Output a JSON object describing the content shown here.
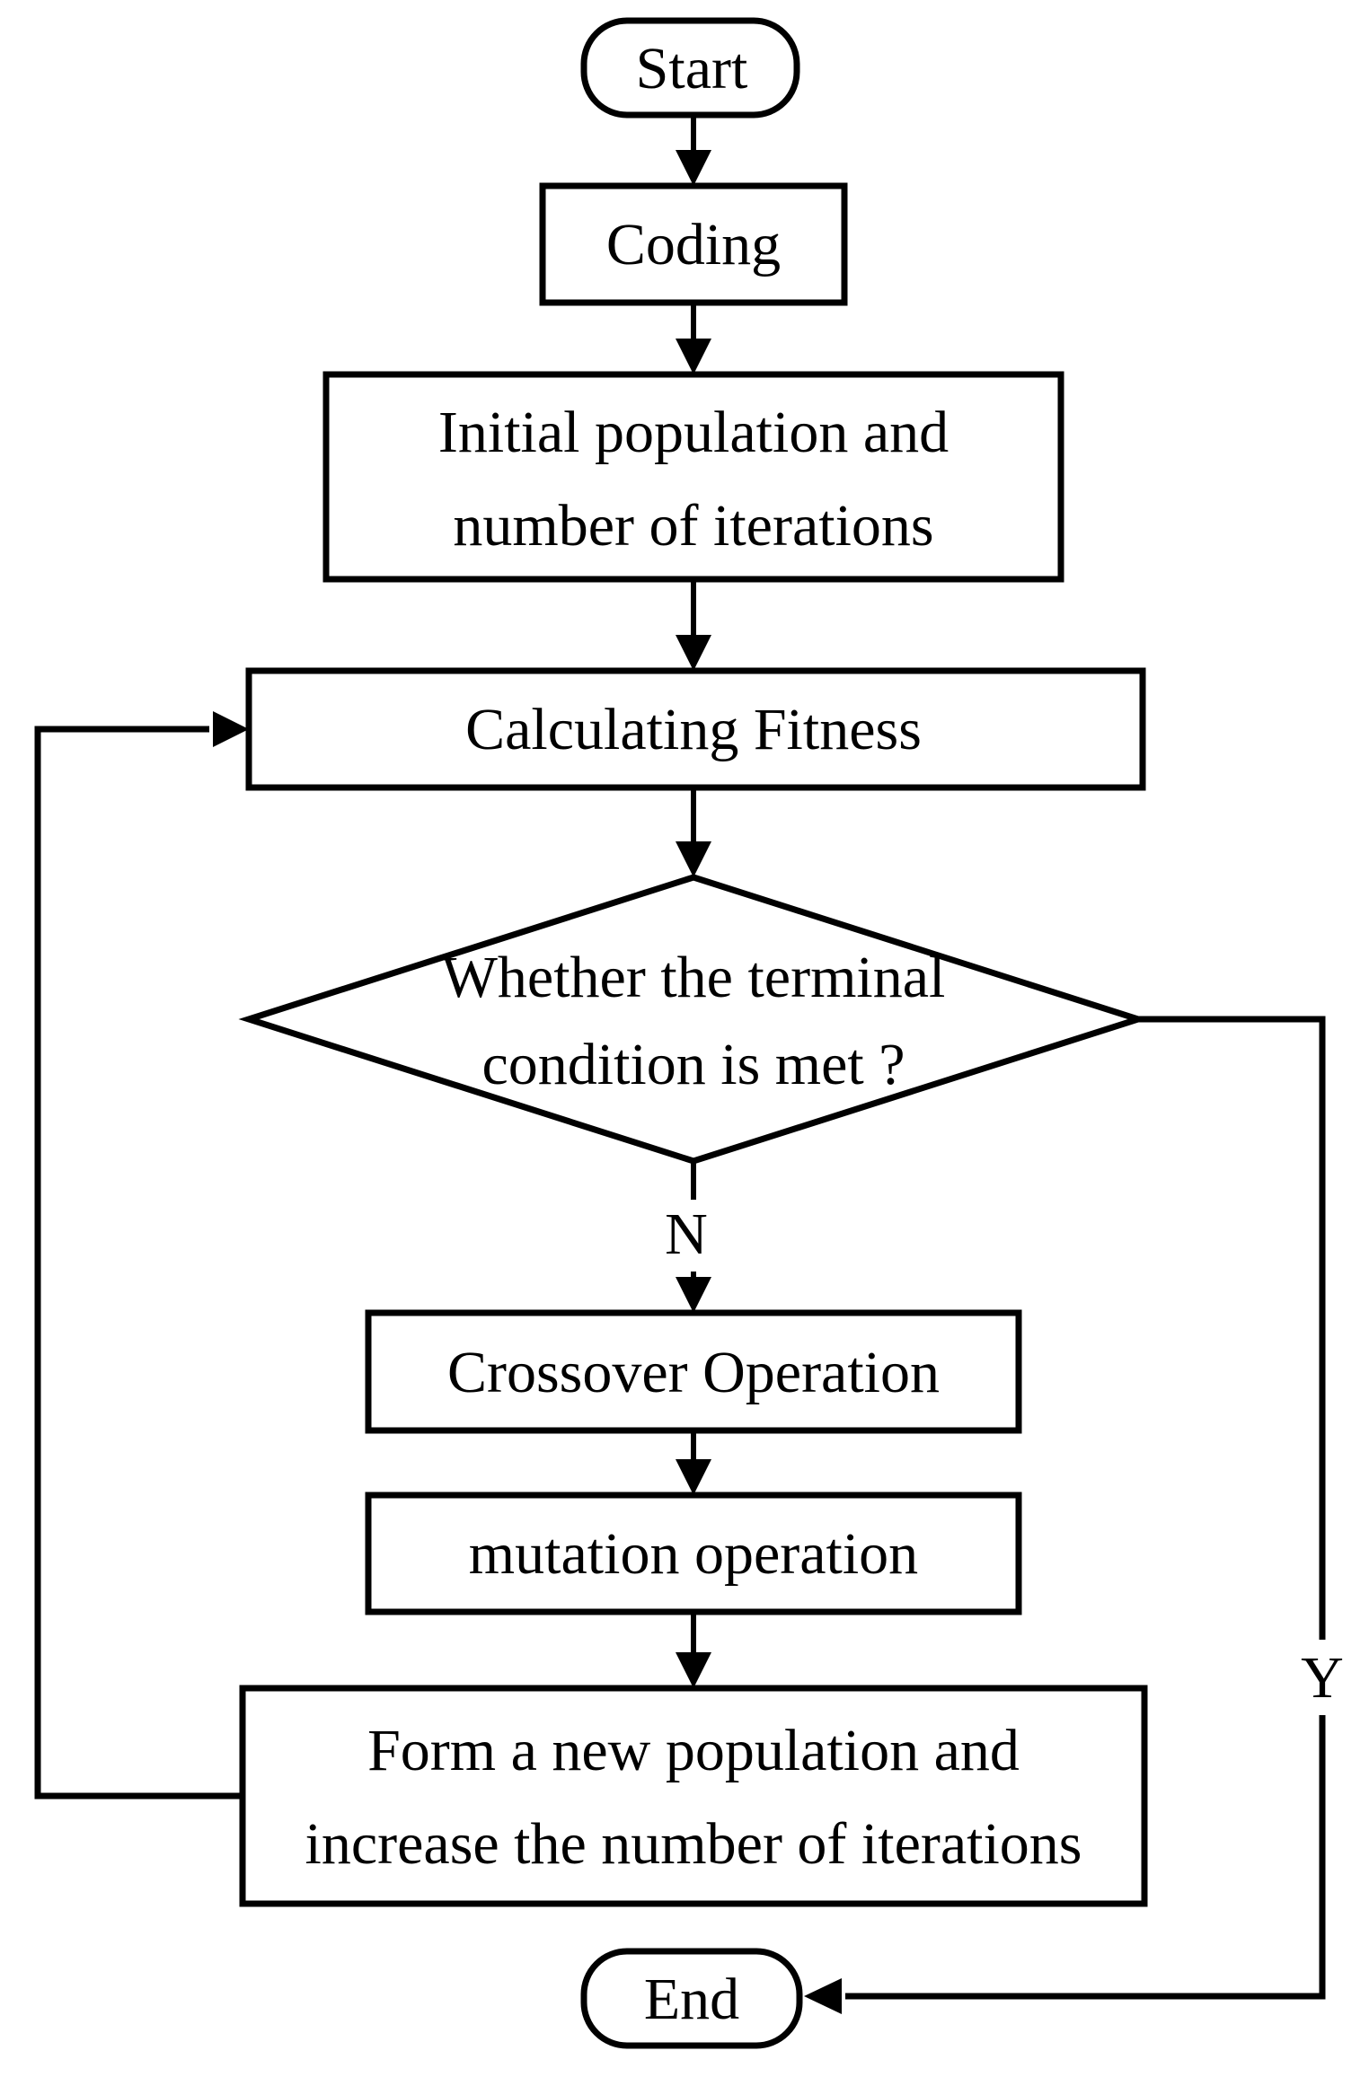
{
  "diagram": {
    "type": "flowchart",
    "colors": {
      "background": "#ffffff",
      "stroke": "#000000",
      "text": "#000000"
    },
    "nodes": {
      "start": {
        "label": "Start",
        "shape": "terminator"
      },
      "coding": {
        "label": "Coding",
        "shape": "process"
      },
      "initial_population": {
        "line1": "Initial population and",
        "line2": "number of iterations",
        "shape": "process"
      },
      "calculating_fitness": {
        "label": "Calculating Fitness",
        "shape": "process"
      },
      "terminal_condition": {
        "line1": "Whether the terminal",
        "line2": "condition is met ?",
        "shape": "decision"
      },
      "crossover": {
        "label": "Crossover Operation",
        "shape": "process"
      },
      "mutation": {
        "label": "mutation operation",
        "shape": "process"
      },
      "new_population": {
        "line1": "Form a new population and",
        "line2": "increase the number of iterations",
        "shape": "process"
      },
      "end": {
        "label": "End",
        "shape": "terminator"
      }
    },
    "branch_labels": {
      "no": "N",
      "yes": "Y"
    }
  }
}
